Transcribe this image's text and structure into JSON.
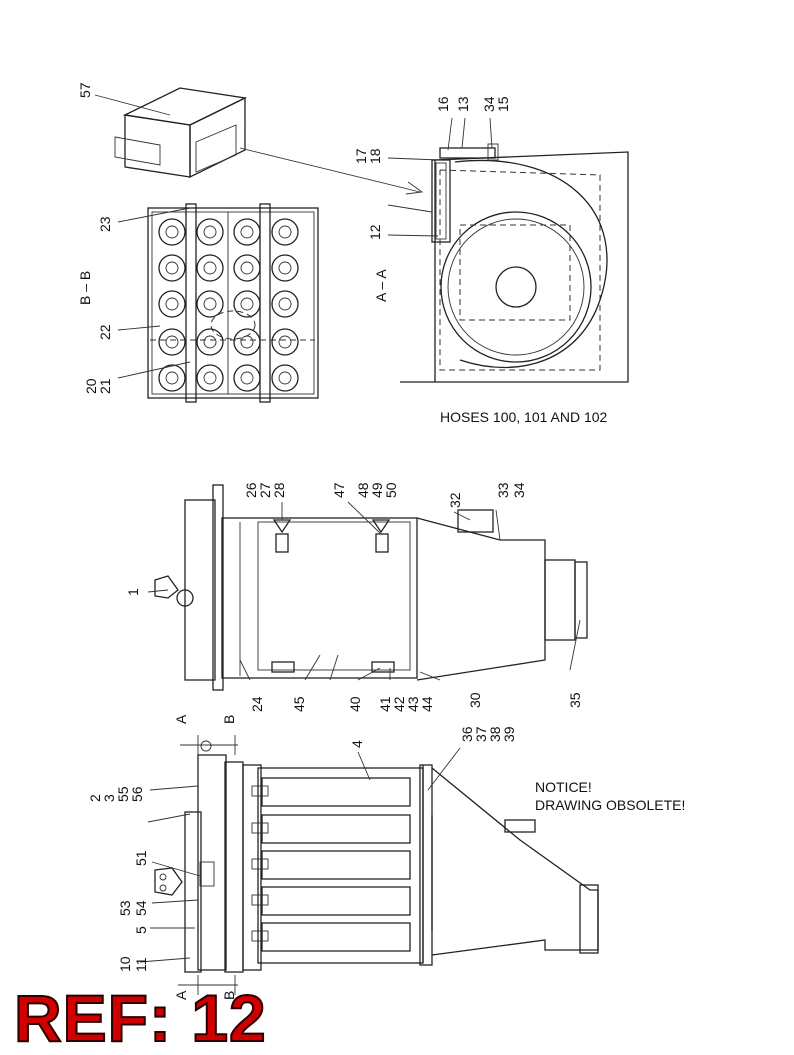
{
  "labels": {
    "l57": "57",
    "l23": "23",
    "l22": "22",
    "l20": "20",
    "l21": "21",
    "bb": "B – B",
    "l16": "16",
    "l13": "13",
    "l34a": "34",
    "l15": "15",
    "l17": "17",
    "l18": "18",
    "l12": "12",
    "aa": "A – A",
    "l26": "26",
    "l27": "27",
    "l28": "28",
    "l47": "47",
    "l48": "48",
    "l49": "49",
    "l50": "50",
    "l32": "32",
    "l33": "33",
    "l34b": "34",
    "l1": "1",
    "l24": "24",
    "l45": "45",
    "l40": "40",
    "l41": "41",
    "l42": "42",
    "l43": "43",
    "l44": "44",
    "l30": "30",
    "l35": "35",
    "sa_top": "A",
    "sb_top": "B",
    "l4": "4",
    "l36": "36",
    "l37": "37",
    "l38": "38",
    "l39": "39",
    "l2": "2",
    "l3": "3",
    "l55": "55",
    "l56": "56",
    "l51": "51",
    "l53": "53",
    "l54": "54",
    "l5": "5",
    "l10": "10",
    "l11": "11",
    "sa_bot": "A",
    "sb_bot": "B"
  },
  "hoses_caption": "HOSES  100, 101 AND 102",
  "notice_line1": "NOTICE!",
  "notice_line2": "DRAWING OBSOLETE!",
  "ref_banner": "REF: 12",
  "colors": {
    "banner": "#d00000",
    "ink": "#222222"
  }
}
